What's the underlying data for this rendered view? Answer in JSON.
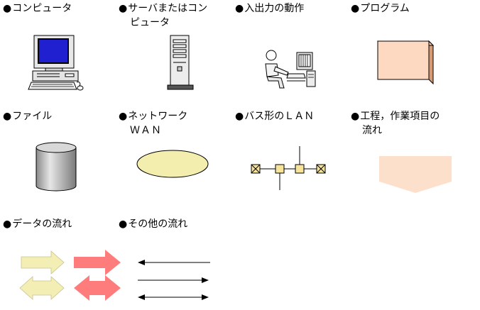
{
  "legend": {
    "items": [
      {
        "bullet": "●",
        "line1": "コンピュータ",
        "line2": ""
      },
      {
        "bullet": "●",
        "line1": "サーバまたはコン",
        "line2": "ピュータ"
      },
      {
        "bullet": "●",
        "line1": "入出力の動作",
        "line2": ""
      },
      {
        "bullet": "●",
        "line1": "プログラム",
        "line2": ""
      },
      {
        "bullet": "●",
        "line1": "ファイル",
        "line2": ""
      },
      {
        "bullet": "●",
        "line1": "ネットワーク",
        "line2": "ＷＡＮ"
      },
      {
        "bullet": "●",
        "line1": "バス形のＬＡＮ",
        "line2": ""
      },
      {
        "bullet": "●",
        "line1": "工程，作業項目の",
        "line2": "流れ"
      },
      {
        "bullet": "●",
        "line1": "データの流れ",
        "line2": ""
      },
      {
        "bullet": "●",
        "line1": "その他の流れ",
        "line2": ""
      }
    ]
  },
  "colors": {
    "program_box": "#fcd9c0",
    "program_box_side": "#d89a72",
    "wan_fill": "#f3eeae",
    "process_flow": "#fde0cc",
    "data_flow_light": "#f3eeb4",
    "data_flow_red": "#ff7c7c",
    "lan_node": "#f6e49a",
    "file_cylinder": "#b4b4b4",
    "monitor_screen": "#2020d0"
  },
  "icons": {
    "computer": "desktop-computer-icon",
    "server": "tower-server-icon",
    "io": "person-at-computer-icon",
    "program": "program-box-icon",
    "file": "file-cylinder-icon",
    "wan": "wan-ellipse-icon",
    "lan": "bus-lan-icon",
    "process": "process-flow-pentagon-icon",
    "data": "data-flow-arrows-icon",
    "other": "other-flow-arrows-icon"
  }
}
